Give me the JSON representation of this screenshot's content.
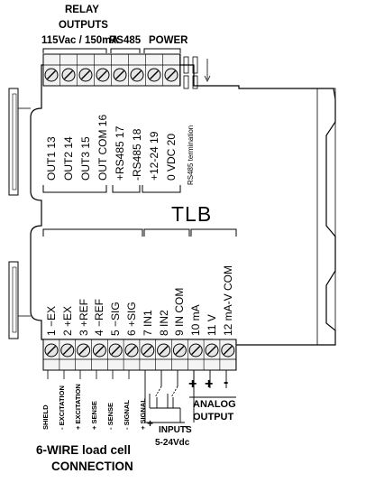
{
  "header": {
    "relay_line1": "RELAY",
    "relay_line2": "OUTPUTS",
    "relay_rating": "115Vac / 150mA",
    "rs485": "RS485",
    "power": "POWER"
  },
  "top_labels": [
    "OUT1 13",
    "OUT2 14",
    "OUT3 15",
    "OUT COM 16",
    "+RS485 17",
    "-RS485 18",
    "+12-24 19",
    "0 VDC 20"
  ],
  "rs485_termination": "RS485 termination",
  "model": "TLB",
  "bottom_labels": [
    "1  −EX",
    "2  +EX",
    "3  +REF",
    "4  −REF",
    "5  −SIG",
    "6  +SIG",
    "7  IN1",
    "8  IN2",
    "9  IN COM",
    "10 mA",
    "11 V",
    "12 mA-V COM"
  ],
  "wire_labels": [
    "SHIELD",
    "- EXCITATION",
    "+ EXCITATION",
    "+ SENSE",
    "- SENSE",
    "- SIGNAL",
    "+ SIGNAL"
  ],
  "inputs": {
    "line1": "INPUTS",
    "line2": "5-24Vdc",
    "plus": "+",
    "minus": "-"
  },
  "analog": {
    "line1": "ANALOG",
    "line2": "OUTPUT",
    "signs": [
      "+",
      "+",
      "-"
    ]
  },
  "loadcell": {
    "line1": "6-WIRE load cell",
    "line2": "CONNECTION"
  }
}
